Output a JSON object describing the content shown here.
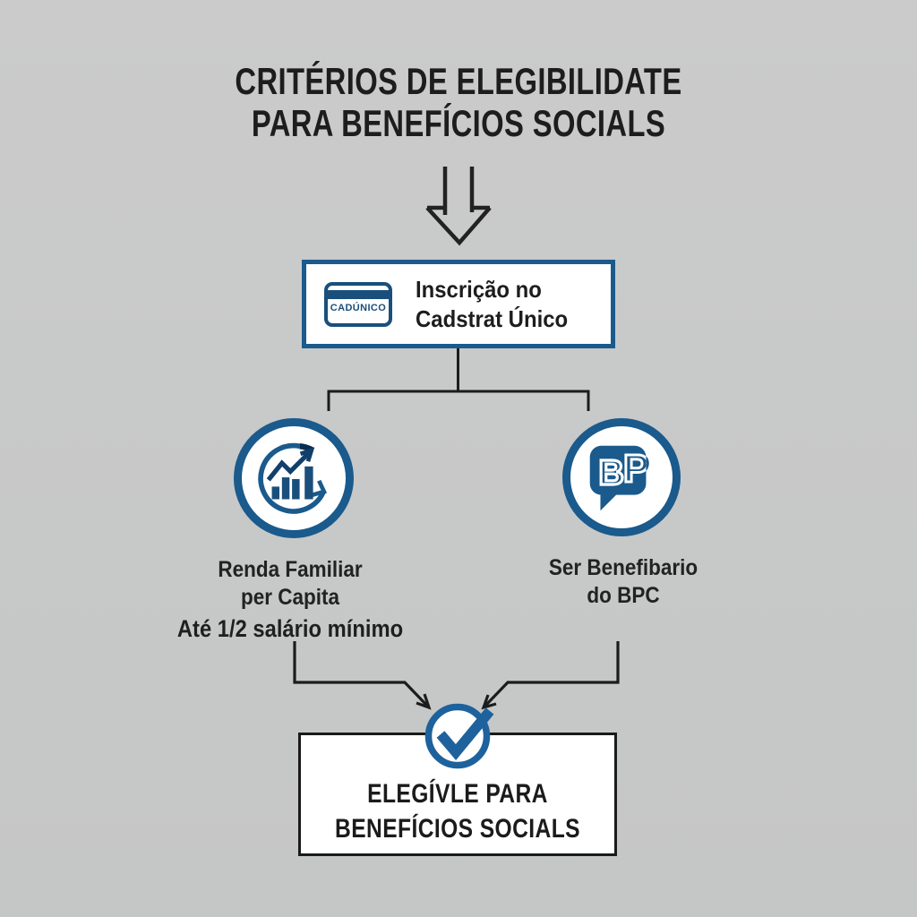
{
  "title": {
    "line1": "CRITÉRIOS DE ELEGIBILIDATE",
    "line2": "PARA BENEFÍCIOS SOCIALS"
  },
  "cadunico_box": {
    "card_label": "CADÚNICO",
    "line1": "Inscrição no",
    "line2": "Cadstrat Único"
  },
  "left_branch": {
    "label_line1": "Renda Familiar",
    "label_line2": "per Capita",
    "sublabel": "Até 1/2 salário mínimo"
  },
  "right_branch": {
    "label_line1": "Ser Benefibario",
    "label_line2": "do BPC",
    "letter_b": "B",
    "letter_p": "P"
  },
  "result_box": {
    "line1": "ELEGÍVLE PARA",
    "line2": "BENEFÍCIOS SOCIALS"
  },
  "icons": {
    "down_arrow": "hollow double-line downward arrow",
    "cadunico_card": "registration card with CADÚNICO label",
    "income_chart": "bar chart with rising trend arrow in circular swoosh",
    "bpc_bubble": "speech bubble with BP letters",
    "check": "circled blue checkmark"
  },
  "colors": {
    "background": "#c8c8c9",
    "primary_blue": "#1a5a8c",
    "card_blue": "#1a4f7c",
    "dark_navy": "#0b2c4e",
    "check_blue": "#1d629c",
    "line_black": "#1c1c1c",
    "text_black": "#1d1d1d",
    "box_white": "#ffffff",
    "result_border": "#1a1a1a"
  }
}
